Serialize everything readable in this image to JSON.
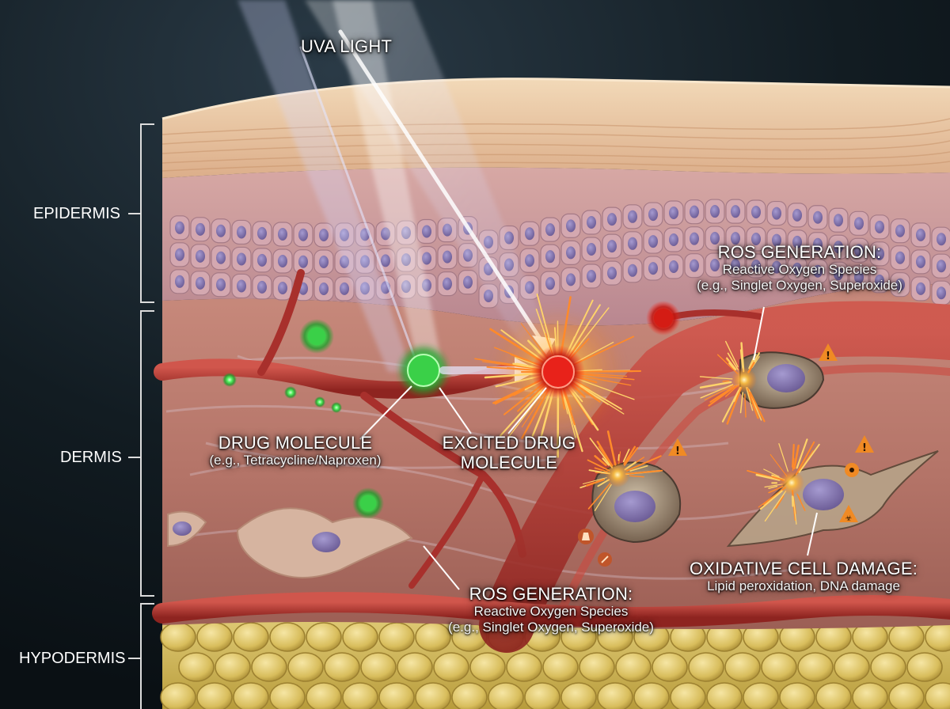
{
  "labels": {
    "uva_light": "UVA LIGHT",
    "epidermis": "EPIDERMIS",
    "dermis": "DERMIS",
    "hypodermis": "HYPODERMIS",
    "drug_molecule": {
      "title": "DRUG MOLECULE",
      "subtitle": "(e.g., Tetracycline/Naproxen)"
    },
    "excited_drug_molecule": {
      "line1": "EXCITED DRUG",
      "line2": "MOLECULE"
    },
    "ros_generation_top": {
      "title": "ROS GENERATION:",
      "line1": "Reactive Oxygen Species",
      "line2": "(e.g., Singlet Oxygen, Superoxide)"
    },
    "ros_generation_bottom": {
      "title": "ROS GENERATION:",
      "line1": "Reactive Oxygen Species",
      "line2": "(e.g., Singlet Oxygen, Superoxide)"
    },
    "oxidative_cell_damage": {
      "title": "OXIDATIVE CELL DAMAGE:",
      "subtitle": "Lipid peroxidation, DNA damage"
    }
  },
  "icons": [
    "warning-icon",
    "biohazard-icon",
    "flask-icon",
    "syringe-icon"
  ],
  "colors": {
    "background": "#0c1418",
    "stratum_corneum": "#e9c9a4",
    "epidermis": "#c7969a",
    "dermis": "#b77c74",
    "hypodermis_fat": "#d8c266",
    "blood_vessel": "#a8302c",
    "drug_molecule": "#3ee04e",
    "excited_molecule": "#ff2a1e",
    "ros_spark": "#ffb13a",
    "warning": "#f08a24",
    "uva_light": "#c9cdf8"
  }
}
